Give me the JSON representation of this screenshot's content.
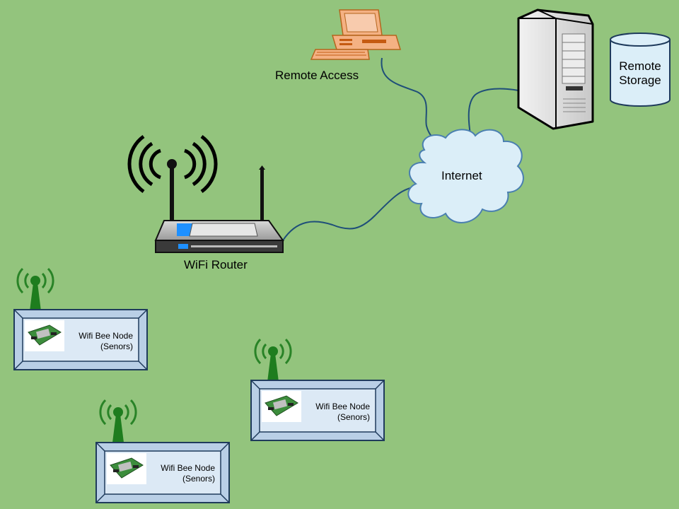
{
  "colors": {
    "background": "#93c47d",
    "link": "#1f4e79",
    "cloud_fill": "#dbeef8",
    "cloud_stroke": "#4a7fb0",
    "node_frame": "#b9cfe6",
    "node_panel": "#dce9f5",
    "node_stroke": "#1f3b5c",
    "antenna_green": "#1e7d1e",
    "computer_orange": "#f4b183",
    "router_blue": "#1e90ff"
  },
  "labels": {
    "remote_access": "Remote Access",
    "internet": "Internet",
    "remote_storage": [
      "Remote",
      "Storage"
    ],
    "wifi_router": "WiFi Router"
  },
  "nodes": [
    {
      "id": "node-1",
      "line1": "Wifi Bee Node",
      "line2": "(Senors)"
    },
    {
      "id": "node-2",
      "line1": "Wifi Bee Node",
      "line2": "(Senors)"
    },
    {
      "id": "node-3",
      "line1": "Wifi Bee Node",
      "line2": "(Senors)"
    }
  ],
  "icons": {
    "computer": "desktop-computer-icon",
    "server": "server-tower-icon",
    "storage": "database-cylinder-icon",
    "cloud": "cloud-icon",
    "router": "wifi-router-icon",
    "radio_waves": "radio-waves-icon",
    "sensor_board": "circuit-board-icon",
    "antenna": "antenna-icon"
  }
}
